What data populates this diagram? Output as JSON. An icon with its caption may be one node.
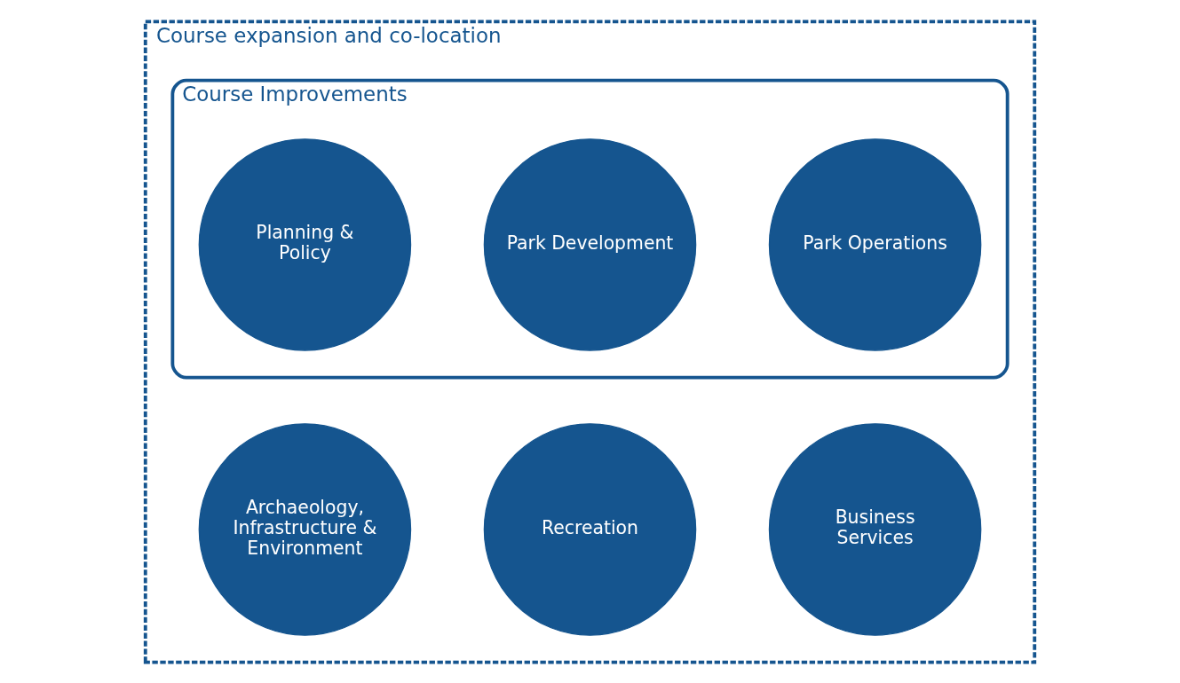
{
  "diagram": {
    "nodes": [
      {
        "text": [
          "Course expansion and co-location"
        ]
      },
      {
        "text": [
          "Course Improvements"
        ],
        "in": 0
      },
      {
        "text": [
          "Planning & Policy"
        ],
        "in": 1
      },
      {
        "text": [
          "Park Development"
        ],
        "in": 1
      },
      {
        "text": [
          "Park Operations"
        ],
        "in": 1
      },
      {
        "text": [
          "Archaeology, Infrastructure & Environment"
        ],
        "in": 0
      },
      {
        "text": [
          "Recreation"
        ],
        "in": 0
      },
      {
        "text": [
          "Business Services"
        ],
        "in": 0
      }
    ]
  }
}
